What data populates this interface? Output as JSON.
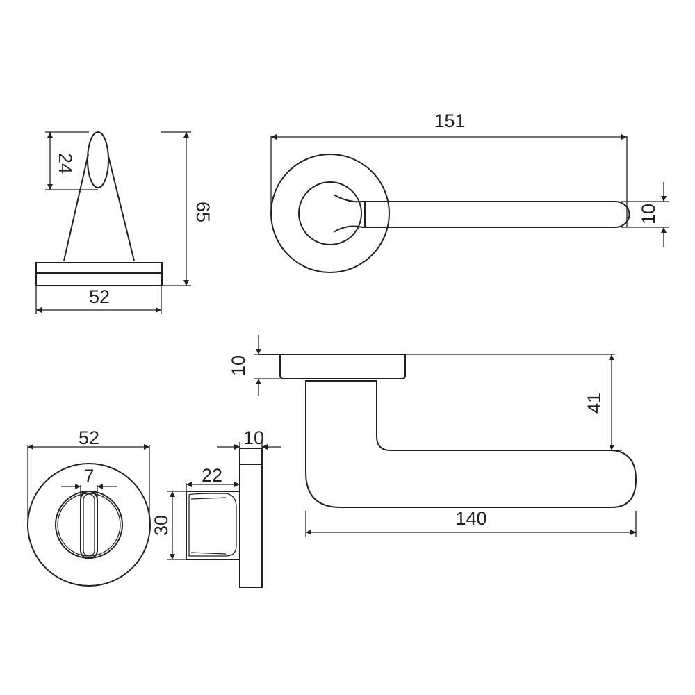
{
  "dimensions": {
    "side_view": {
      "knob_height": "24",
      "total_height": "65",
      "base_width": "52"
    },
    "top_view": {
      "lever_length": "151",
      "lever_width": "10"
    },
    "front_view": {
      "rose_thickness": "10",
      "lever_drop": "41",
      "lever_projection": "140"
    },
    "escutcheon": {
      "diameter": "52",
      "slot_width": "7",
      "turn_depth": "22",
      "turn_height": "30",
      "plate_thickness": "10"
    }
  },
  "colors": {
    "line": "#231f20",
    "background": "#ffffff"
  }
}
